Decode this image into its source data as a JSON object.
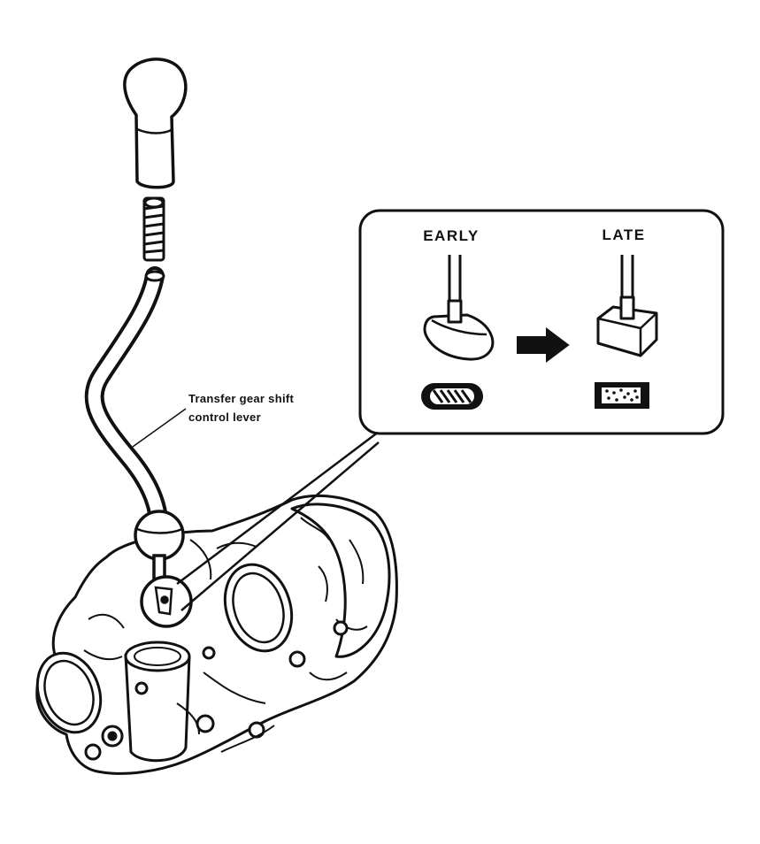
{
  "labels": {
    "callout_line1": "Transfer gear shift",
    "callout_line2": "control lever",
    "early": "EARLY",
    "late": "LATE"
  },
  "colors": {
    "ink": "#111111",
    "paper": "#ffffff"
  }
}
